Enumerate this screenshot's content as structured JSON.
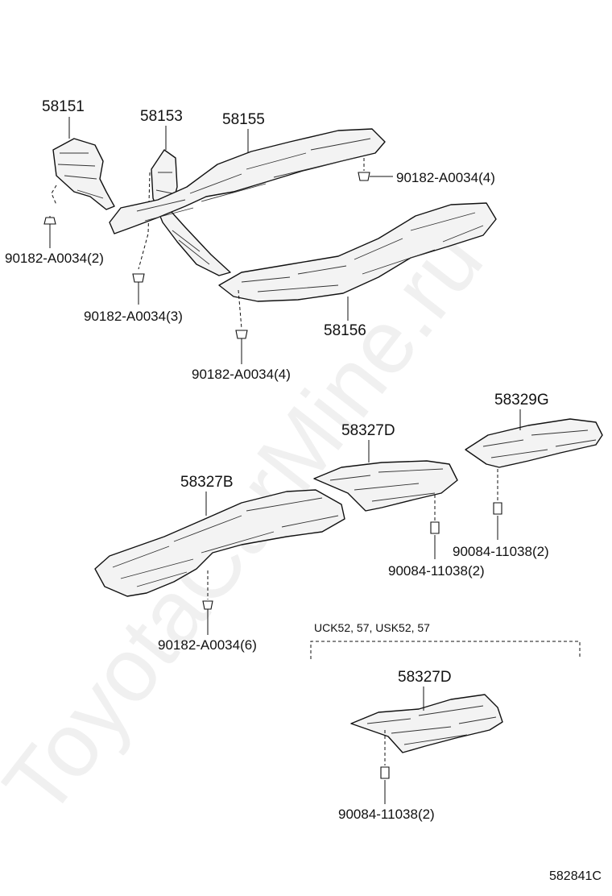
{
  "watermark": "ToyotaCarMine.ru",
  "diagram_code": "582841C",
  "variant_note": "UCK52, 57, USK52, 57",
  "parts": {
    "p58151": "58151",
    "p58153": "58153",
    "p58155": "58155",
    "p58156": "58156",
    "p58327B": "58327B",
    "p58327D": "58327D",
    "p58329G": "58329G",
    "p58327D_alt": "58327D"
  },
  "fasteners": {
    "f1": "90182-A0034(2)",
    "f2": "90182-A0034(4)",
    "f3": "90182-A0034(3)",
    "f4": "90182-A0034(4)",
    "f5": "90084-11038(2)",
    "f6": "90084-11038(2)",
    "f7": "90182-A0034(6)",
    "f8": "90084-11038(2)"
  }
}
